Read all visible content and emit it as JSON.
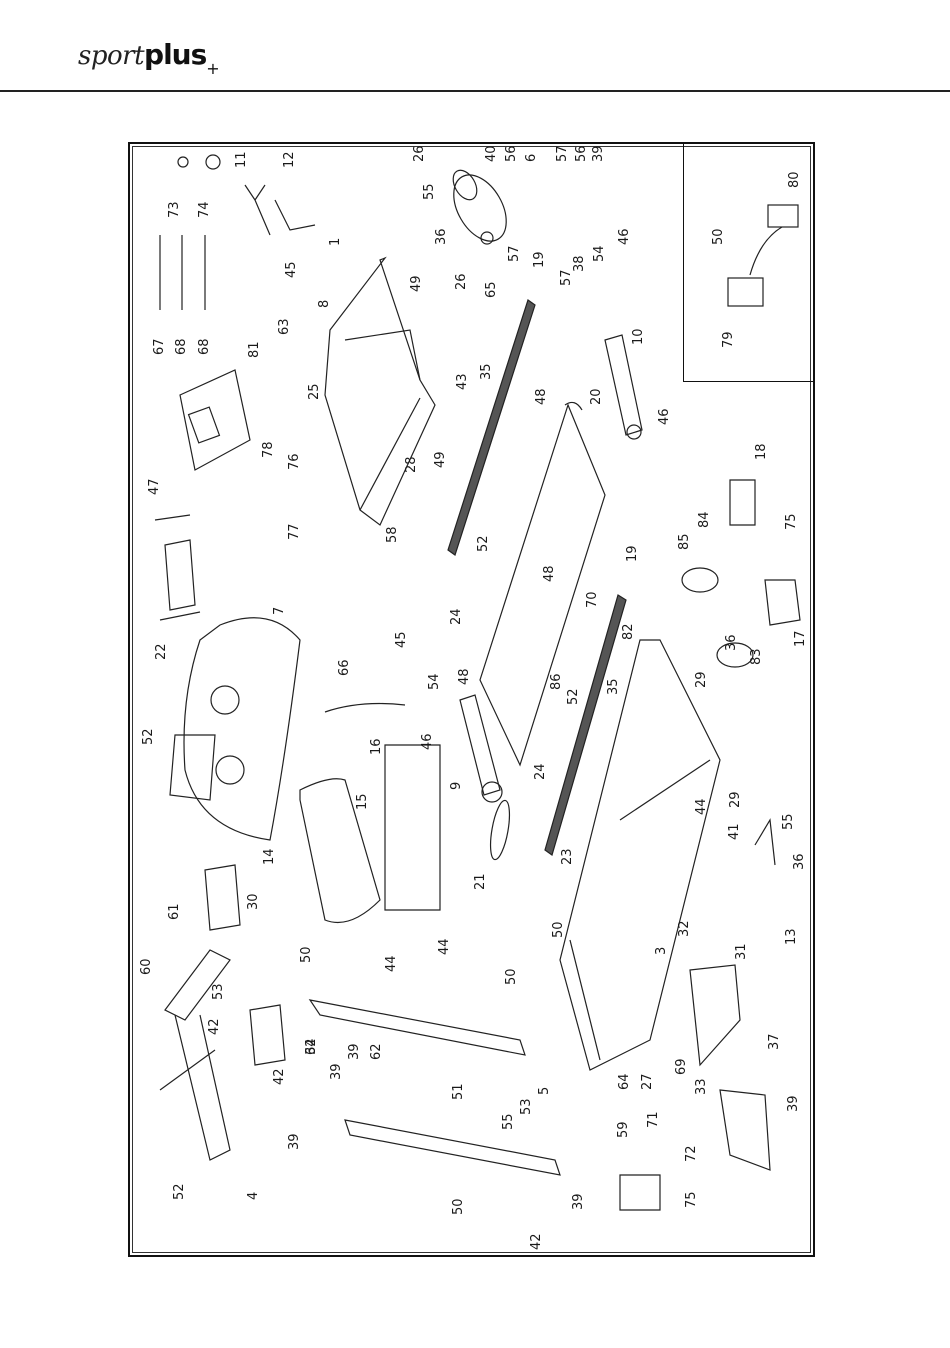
{
  "brand": {
    "script_part": "sport",
    "bold_part": "plus",
    "plus_mark": "+"
  },
  "labels": [
    "73",
    "74",
    "11",
    "12",
    "26",
    "40",
    "56",
    "6",
    "57",
    "56",
    "39",
    "67",
    "68",
    "68",
    "45",
    "8",
    "63",
    "55",
    "1",
    "36",
    "49",
    "26",
    "65",
    "57",
    "57",
    "38",
    "80",
    "81",
    "25",
    "43",
    "35",
    "19",
    "54",
    "46",
    "50",
    "79",
    "47",
    "78",
    "76",
    "77",
    "49",
    "28",
    "48",
    "20",
    "10",
    "46",
    "58",
    "22",
    "7",
    "45",
    "24",
    "52",
    "48",
    "70",
    "19",
    "18",
    "84",
    "85",
    "75",
    "52",
    "66",
    "54",
    "46",
    "48",
    "9",
    "82",
    "29",
    "36",
    "83",
    "17",
    "14",
    "16",
    "15",
    "86",
    "52",
    "35",
    "24",
    "29",
    "41",
    "55",
    "36",
    "30",
    "21",
    "44",
    "23",
    "13",
    "44",
    "32",
    "50",
    "50",
    "44",
    "3",
    "60",
    "61",
    "53",
    "42",
    "50",
    "34",
    "31",
    "42",
    "39",
    "39",
    "62",
    "62",
    "5",
    "51",
    "64",
    "27",
    "69",
    "33",
    "37",
    "39",
    "55",
    "53",
    "52",
    "4",
    "50",
    "59",
    "71",
    "72",
    "75",
    "39",
    "42",
    "39"
  ]
}
